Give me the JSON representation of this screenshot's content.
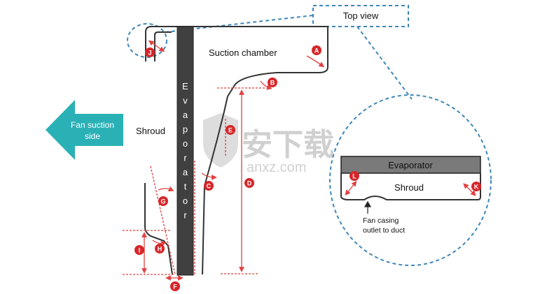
{
  "labels": {
    "top_view": "Top view",
    "suction_chamber": "Suction chamber",
    "evaporator_vertical": [
      "E",
      "v",
      "a",
      "p",
      "o",
      "r",
      "a",
      "t",
      "o",
      "r"
    ],
    "evaporator_inset": "Evaporator",
    "fan_suction_line1": "Fan suction",
    "fan_suction_line2": "side",
    "shroud_main": "Shroud",
    "shroud_inset": "Shroud",
    "fan_casing_line1": "Fan casing",
    "fan_casing_line2": "outlet to duct"
  },
  "markers": {
    "A": "A",
    "B": "B",
    "C": "C",
    "D": "D",
    "E": "E",
    "F": "F",
    "G": "G",
    "H": "H",
    "I": "I",
    "J": "J",
    "K": "K",
    "L": "L"
  },
  "watermark": {
    "cn": "安下载",
    "url": "anxz.com"
  },
  "colors": {
    "outline": "#333333",
    "evaporator_fill": "#404040",
    "marker_red": "#d6262a",
    "dim_red": "#e04040",
    "dash_blue": "#3d87b8",
    "arrow_teal": "#2ab1b6"
  }
}
